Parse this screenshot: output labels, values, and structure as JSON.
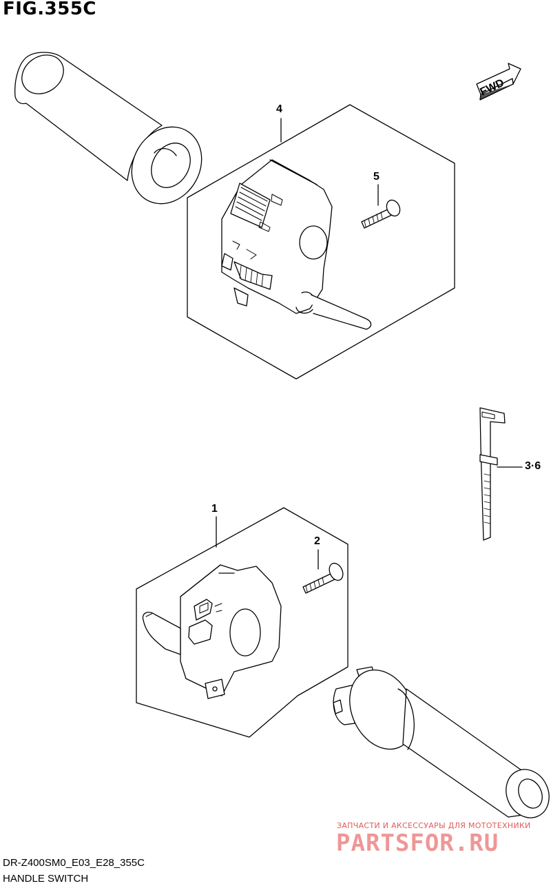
{
  "figure": {
    "title": "FIG.355C",
    "fwd_label": "FWD"
  },
  "callouts": {
    "part_4": "4",
    "part_5": "5",
    "part_3_6": "3·6",
    "part_1": "1",
    "part_2": "2"
  },
  "footer": {
    "model_code": "DR-Z400SM0_E03_E28_355C",
    "section_name": "HANDLE SWITCH"
  },
  "watermark": {
    "tagline": "ЗАПЧАСТИ И АКСЕССУАРЫ ДЛЯ МОТОТЕХНИКИ",
    "brand": "PARTSFOR.RU",
    "color": "#ec7c7c"
  },
  "colors": {
    "line": "#000000",
    "fill": "#ffffff",
    "shade": "#555555"
  }
}
